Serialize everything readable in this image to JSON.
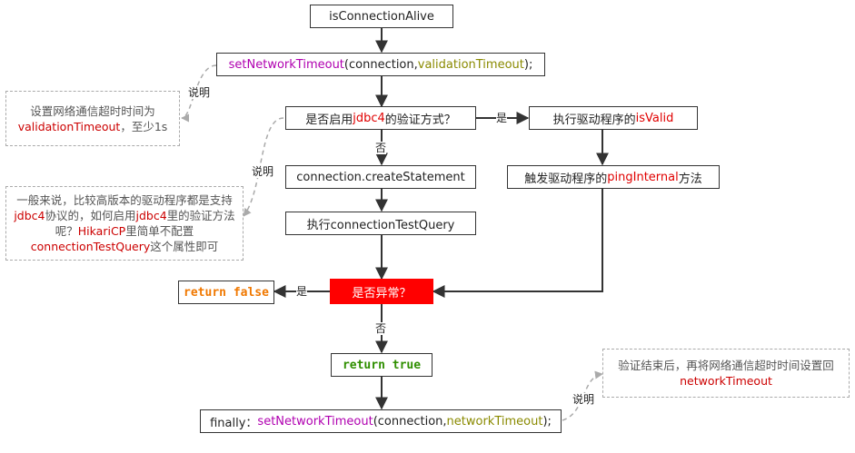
{
  "nodes": {
    "start": "isConnectionAlive",
    "set_timeout": {
      "method": "setNetworkTimeout",
      "open": "(connection, ",
      "arg": "validationTimeout",
      "close": ");"
    },
    "jdbc4_decision": {
      "pre": "是否启用",
      "hl": "jdbc4",
      "post": "的验证方式？"
    },
    "isvalid": {
      "pre": "执行驱动程序的",
      "hl": "isValid"
    },
    "create_statement": "connection.createStatement",
    "ping": {
      "pre": "触发驱动程序的",
      "hl": "pingInternal",
      "post": "方法"
    },
    "test_query": "执行connectionTestQuery",
    "exception_decision": "是否异常？",
    "return_false": "return false",
    "return_true": "return true",
    "finally": {
      "pre": "finally：",
      "method": "setNetworkTimeout",
      "open": "(connection, ",
      "arg": "networkTimeout",
      "close": ");"
    }
  },
  "edge_labels": {
    "yes_isvalid": "是",
    "no_create": "否",
    "yes_false": "是",
    "no_true": "否"
  },
  "notes": {
    "note1": {
      "line1": "设置网络通信超时时间为",
      "hl": "validationTimeout",
      "tail": "，至少1s",
      "tag": "说明"
    },
    "note2": {
      "l1": "一般来说，比较高版本的驱动程序都是支持",
      "l2_hl": "jdbc4",
      "l2": "协议的，如何启用",
      "l2_hl2": "jdbc4",
      "l2_tail": "里的验证方法",
      "l3_pre": "呢？",
      "l3_hl": "HikariCP",
      "l3_tail": "里简单不配置",
      "l4_hl": "connectionTestQuery",
      "l4_tail": "这个属性即可",
      "tag": "说明"
    },
    "note3": {
      "line1": "验证结束后，再将网络通信超时时间设置回",
      "hl": "networkTimeout",
      "tag": "说明"
    }
  },
  "colors": {
    "method": "#b000b0",
    "param": "#8a8a00",
    "highlight": "#e00000",
    "exception_fill": "#ff0000",
    "return_false": "#f07800",
    "return_true": "#2f8f00",
    "line": "#333333",
    "dashed": "#aaaaaa"
  }
}
